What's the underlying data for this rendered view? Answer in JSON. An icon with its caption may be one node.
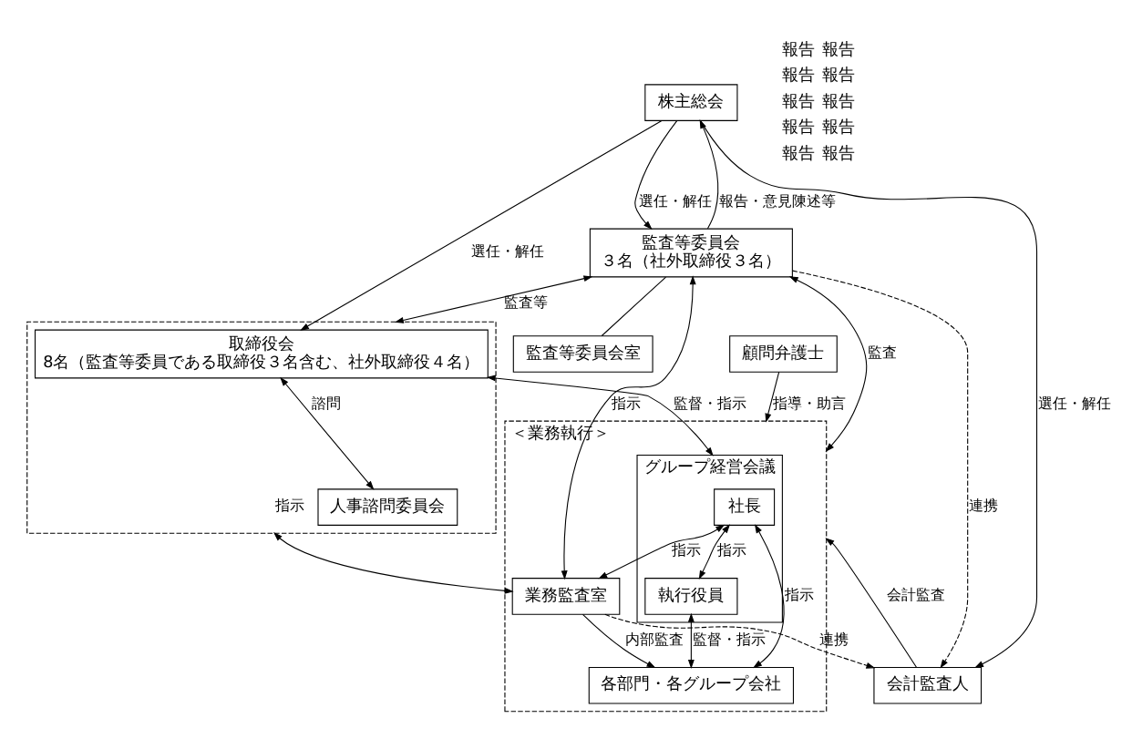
{
  "diagram": {
    "nodes": [
      {
        "text": [
          "株主総会"
        ]
      },
      {
        "text": [],
        "shape": "box"
      },
      {
        "text": [
          "取締役会",
          "8名（監査等委員である取締役３名含む、社外取締役４名）"
        ],
        "in": 1
      },
      {
        "text": [
          "人事諮問委員会"
        ],
        "in": 1
      },
      {
        "text": [
          "監査等委員会",
          "３名（社外取締役３名）"
        ]
      },
      {
        "text": [
          "監査等委員会室"
        ]
      },
      {
        "text": [
          "会計監査人"
        ]
      },
      {
        "text": [
          "＜業務執行＞"
        ]
      },
      {
        "text": [
          "グループ経営会議"
        ],
        "in": 7
      },
      {
        "text": [
          "社長"
        ],
        "in": 8
      },
      {
        "text": [
          "執行役員"
        ],
        "in": 8
      },
      {
        "text": [
          "業務監査室"
        ],
        "in": 7
      },
      {
        "text": [
          "各部門・各グループ会社"
        ],
        "in": 7
      },
      {
        "text": [
          "顧問弁護士"
        ]
      }
    ],
    "edges": [
      {
        "from": 0,
        "to": 2,
        "arrow": "to",
        "label": "選任・解任"
      },
      {
        "from": 0,
        "to": 4,
        "arrow": "to",
        "label": "選任・解任"
      },
      {
        "from": 4,
        "to": 0,
        "arrow": "to",
        "label": "報告・意見陳述等"
      },
      {
        "from": 0,
        "to": 6,
        "arrow": "to",
        "label": "選任・解任"
      },
      {
        "from": 4,
        "to": 1,
        "arrow": "both",
        "label": "監査等"
      },
      {
        "from": 2,
        "to": 8,
        "arrow": "both",
        "label": "監督・指示"
      },
      {
        "from": 2,
        "to": 3,
        "arrow": "both",
        "label": "諮問"
      },
      {
        "from": 4,
        "to": 7,
        "arrow": "both",
        "label": "監査"
      },
      {
        "from": 4,
        "to": 11,
        "arrow": "both",
        "label": "指示"
      },
      {
        "from": 1,
        "to": 11,
        "arrow": "both",
        "label": "指示"
      },
      {
        "from": 4,
        "to": 5,
        "arrow": "none"
      },
      {
        "from": 4,
        "to": 6,
        "arrow": "to",
        "label": "連携",
        "style": "dashed"
      },
      {
        "from": 11,
        "to": 6,
        "arrow": "to",
        "label": "連携",
        "style": "dashed"
      },
      {
        "from": 9,
        "to": 11,
        "arrow": "both",
        "label": "指示"
      },
      {
        "from": 9,
        "to": 10,
        "arrow": "both",
        "label": "指示"
      },
      {
        "from": 10,
        "to": 12,
        "arrow": "both",
        "label": "監督・指示"
      },
      {
        "from": 9,
        "to": 12,
        "arrow": "both",
        "label": "指示"
      },
      {
        "from": 11,
        "to": 12,
        "arrow": "to",
        "label": "内部監査"
      },
      {
        "from": 6,
        "to": 7,
        "arrow": "to",
        "label": "会計監査"
      },
      {
        "from": 13,
        "to": 7,
        "arrow": "to",
        "label": "指導・助言"
      }
    ],
    "labels": [
      "報告",
      "報告",
      "報告",
      "報告",
      "報告",
      "報告",
      "報告",
      "報告",
      "報告",
      "報告"
    ]
  }
}
